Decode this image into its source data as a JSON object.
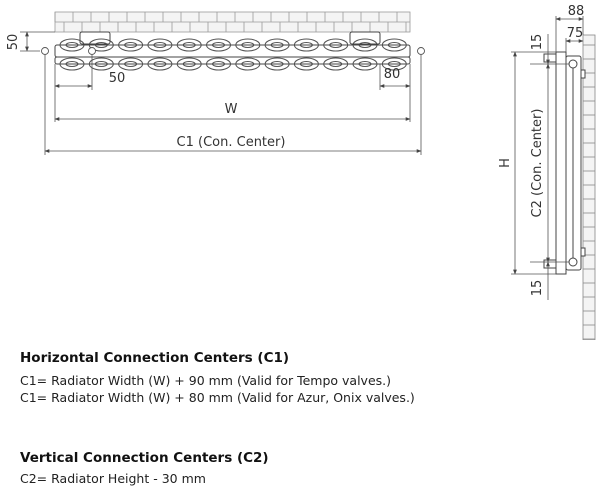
{
  "front_view": {
    "dim_left_50": "50",
    "dim_spacing_50": "50",
    "dim_right_80": "80",
    "dim_w": "W",
    "dim_c1": "C1 (Con. Center)"
  },
  "side_view": {
    "dim_88": "88",
    "dim_75": "75",
    "dim_top_15": "15",
    "dim_bottom_15": "15",
    "dim_h": "H",
    "dim_c2": "C2 (Con. Center)"
  },
  "notes": {
    "horizontal": {
      "title": "Horizontal Connection Centers (C1)",
      "lines": [
        "C1= Radiator Width (W) + 90 mm (Valid for Tempo valves.)",
        "C1= Radiator Width (W) + 80 mm (Valid for Azur, Onix valves.)"
      ]
    },
    "vertical": {
      "title": "Vertical Connection Centers (C2)",
      "lines": [
        "C2= Radiator Height - 30 mm"
      ]
    }
  }
}
